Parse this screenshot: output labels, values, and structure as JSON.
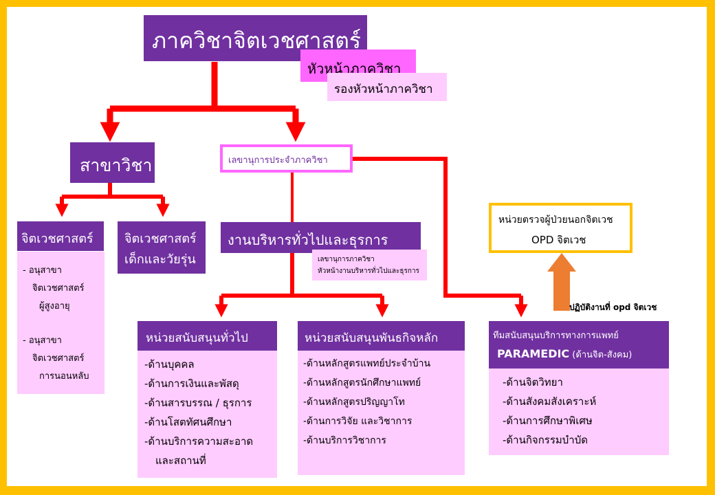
{
  "top": {
    "title": "ภาควิชาจิตเวชศาสตร์",
    "head": "หัวหน้าภาควิชา",
    "deputy": "รองหัวหน้าภาควิชา"
  },
  "branch": {
    "title": "สาขาวิชา",
    "adult": "จิตเวชศาสตร์",
    "child_1": "จิตเวชศาสตร์",
    "child_2": "เด็กและวัยรุ่น",
    "sub": [
      [
        "- อนุสาขา",
        "จิตเวชศาสตร์",
        "ผู้สูงอายุ"
      ],
      [
        "- อนุสาขา",
        "จิตเวชศาสตร์",
        "การนอนหลับ"
      ]
    ]
  },
  "secretary": {
    "label": "เลขานุการประจำภาควิชา"
  },
  "admin": {
    "title": "งานบริหารทั่วไปและธุรการ",
    "note_1": "เลขานุการภาควิชา",
    "note_2": "หัวหน้างานบริหารทั่วไปและธุรการ"
  },
  "opd": {
    "line_1": "หน่วยตรวจผู้ป่วยนอกจิตเวช",
    "line_2": "OPD จิตเวช",
    "arrow_label": "ปฏิบัติงานที่ opd จิตเวช"
  },
  "general_support": {
    "title": "หน่วยสนับสนุนทั่วไป",
    "items": [
      "-ด้านบุคคล",
      "-ด้านการเงินและพัสดุ",
      "-ด้านสารบรรณ / ธุรการ",
      "-ด้านโสตทัศนศึกษา",
      "-ด้านบริการความสะอาด",
      "และสถานที่"
    ]
  },
  "mission_support": {
    "title": "หน่วยสนับสนุนพันธกิจหลัก",
    "items": [
      "-ด้านหลักสูตรแพทย์ประจำบ้าน",
      "-ด้านหลักสูตรนักศึกษาแพทย์",
      "-ด้านหลักสูตรปริญญาโท",
      "-ด้านการวิจัย และวิชาการ",
      "-ด้านบริการวิชาการ"
    ]
  },
  "paramedic": {
    "title_1": "ทีมสนับสนุนบริการทางการแพทย์",
    "title_2a": "PARAMEDIC",
    "title_2b": " (ด้านจิต-สังคม)",
    "items": [
      "-ด้านจิตวิทยา",
      "-ด้านสังคมสังเคราะห์",
      "-ด้านการศึกษาพิเศษ",
      "-ด้านกิจกรรมบำบัด"
    ]
  },
  "colors": {
    "border": "#ffc000",
    "purple": "#7030a0",
    "pink": "#ffccff",
    "magenta": "#ff66ff",
    "connector": "#ff0000",
    "opd_arrow": "#ed7d31"
  }
}
